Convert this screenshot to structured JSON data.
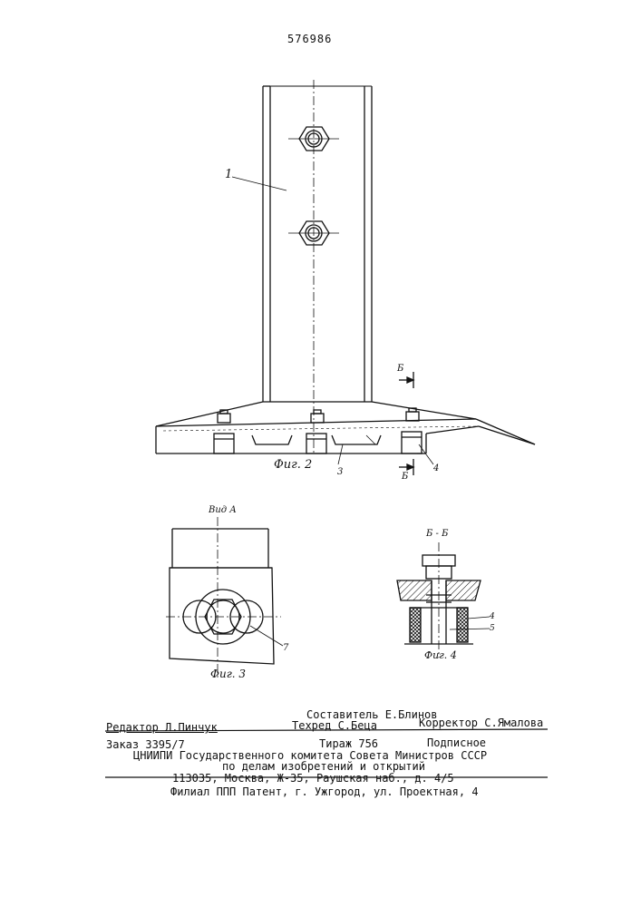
{
  "patent_number": "576986",
  "figures": {
    "fig2": {
      "caption": "Фиг. 2",
      "labels": {
        "part1": "1",
        "part3": "3",
        "part4": "4",
        "section_top": "Б",
        "section_bottom": "Б"
      }
    },
    "fig3": {
      "view_title": "Вид А",
      "caption": "Фиг. 3",
      "labels": {
        "part7": "7"
      }
    },
    "fig4": {
      "section_title": "Б - Б",
      "caption": "Фиг. 4",
      "labels": {
        "part4": "4",
        "part5": "5"
      }
    }
  },
  "imprint": {
    "compiler": "Составитель Е.Блинов",
    "editor": "Редактор Л.Пинчук",
    "techred": "Техред С.Беца",
    "corrector": "Корректор С.Ямалова",
    "order": "Заказ 3395/7",
    "circulation": "Тираж 756",
    "subscription": "Подписное",
    "org_line1": "ЦНИИПИ Государственного комитета Совета Министров СССР",
    "org_line2": "по делам изобретений и открытий",
    "address": "113035, Москва, Ж-35, Раушская наб., д. 4/5",
    "branch": "Филиал ППП Патент, г. Ужгород, ул. Проектная, 4"
  }
}
